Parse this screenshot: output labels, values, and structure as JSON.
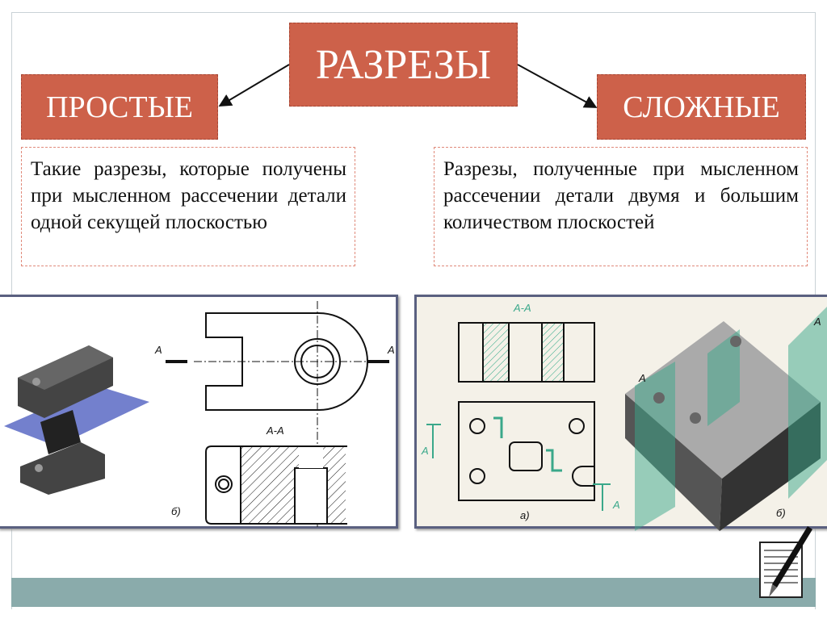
{
  "title": "РАЗРЕЗЫ",
  "left": {
    "heading": "ПРОСТЫЕ",
    "definition": "Такие разрезы, которые получены при мысленном рассечении детали одной секущей плоскостью"
  },
  "right": {
    "heading": "СЛОЖНЫЕ",
    "definition": "Разрезы, полученные при мысленном рассечении детали двумя и большим количеством плоскостей"
  },
  "left_figure": {
    "mark_left": "A",
    "mark_right": "A",
    "section_label": "А-А",
    "caption": "б)"
  },
  "right_figure": {
    "section_label": "А-А",
    "mark_left": "A",
    "mark_right": "A",
    "plane_label": "A",
    "plane_label_2": "A",
    "caption_a": "а)",
    "caption_b": "б)"
  },
  "colors": {
    "accent": "#cd614a",
    "bar": "#8aabab",
    "panel_border": "#5a6080",
    "plane_blue": "#5060c0",
    "plane_green": "#3aa88a"
  },
  "icons": {
    "pen": "pen-notepad-icon"
  }
}
